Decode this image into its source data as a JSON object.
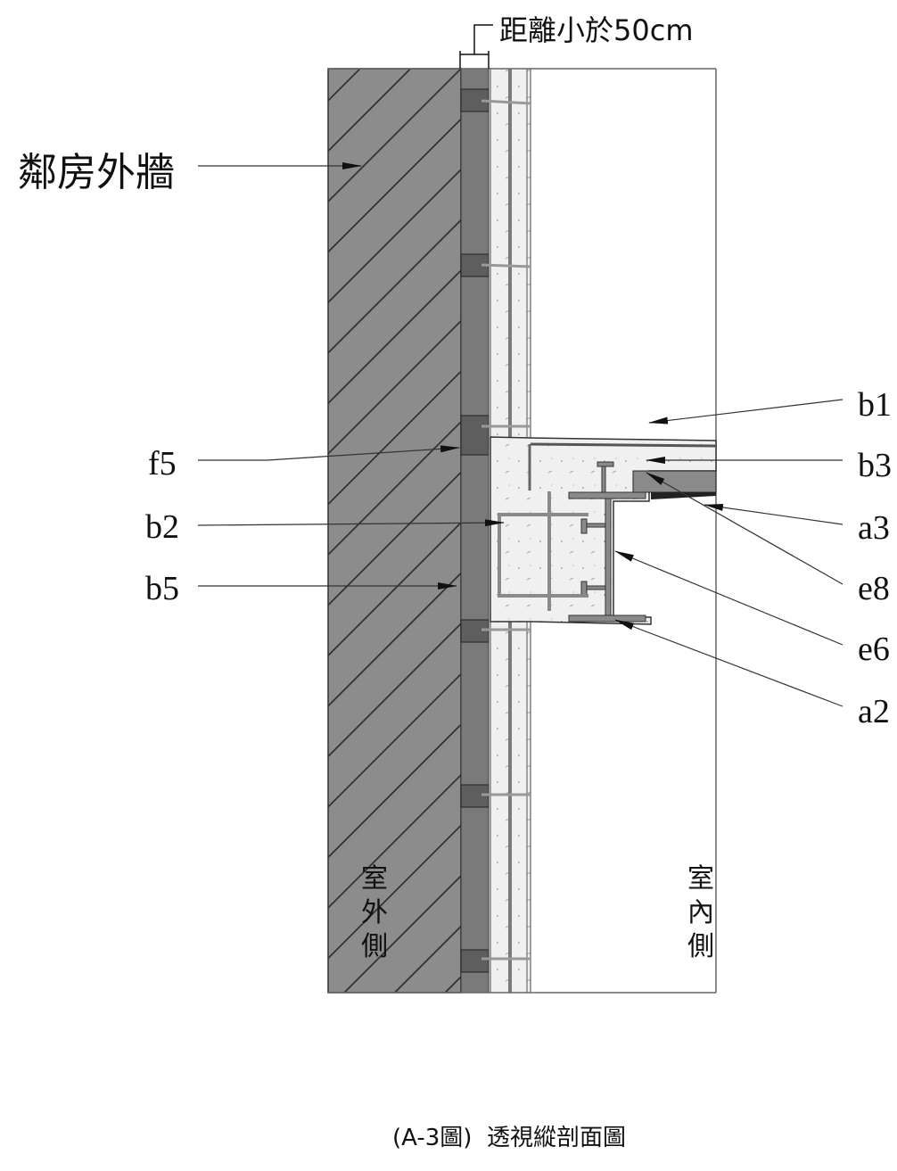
{
  "dimension_note": "距離小於50cm",
  "wall_label": "鄰房外牆",
  "labels": {
    "b1": "b1",
    "b3": "b3",
    "a3": "a3",
    "e8": "e8",
    "e6": "e6",
    "a2": "a2",
    "f5": "f5",
    "b2": "b2",
    "b5": "b5"
  },
  "outdoor_side": [
    "室",
    "外",
    "側"
  ],
  "indoor_side": [
    "室",
    "內",
    "側"
  ],
  "caption": "(A-3圖)  透視縱剖面圖",
  "colors": {
    "wall": "#8c8c8c",
    "gap": "#7a7a7a",
    "concrete": "#efefef",
    "steel": "#8a8a8a"
  }
}
